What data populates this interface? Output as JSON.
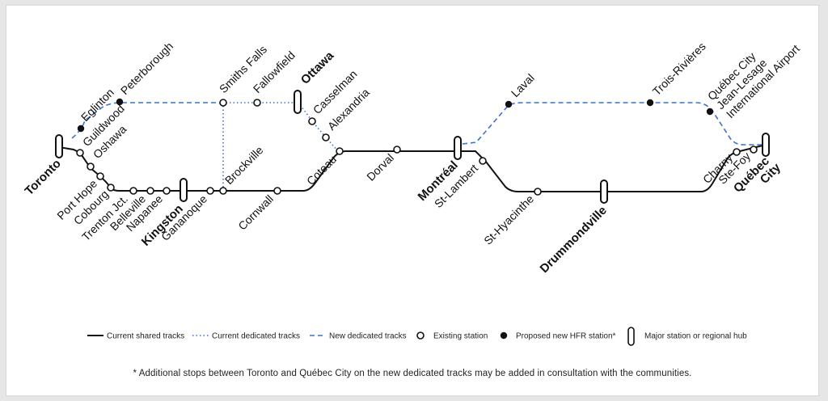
{
  "colors": {
    "shared_track": "#111111",
    "dedicated_track": "#3a73c9",
    "new_track": "#3a73c9",
    "background": "#ffffff"
  },
  "stations": {
    "toronto": "Toronto",
    "eglinton": "Eglinton",
    "peterborough": "Peterborough",
    "guildwood": "Guildwood",
    "oshawa": "Oshawa",
    "port_hope": "Port Hope",
    "cobourg": "Cobourg",
    "trenton_jct": "Trenton Jct.",
    "belleville": "Belleville",
    "napanee": "Napanee",
    "kingston": "Kingston",
    "gananoque": "Gananoque",
    "brockville": "Brockville",
    "smiths_falls": "Smiths Falls",
    "fallowfield": "Fallowfield",
    "ottawa": "Ottawa",
    "casselman": "Casselman",
    "alexandria": "Alexandria",
    "cornwall": "Cornwall",
    "coteau": "Coteau",
    "dorval": "Dorval",
    "montreal": "Montréal",
    "st_lambert": "St-Lambert",
    "laval": "Laval",
    "trois_rivieres": "Trois-Rivières",
    "quebec_airport_1": "Québec City",
    "quebec_airport_2": "Jean-Lesage",
    "quebec_airport_3": "International Airport",
    "st_hyacinthe": "St-Hyacinthe",
    "drummondville": "Drummondville",
    "charny": "Charny",
    "ste_foy": "Ste-Foy",
    "quebec_city_1": "Québec",
    "quebec_city_2": "City"
  },
  "legend": {
    "shared": "Current shared tracks",
    "dedicated": "Current dedicated tracks",
    "new": "New dedicated tracks",
    "existing": "Existing station",
    "proposed": "Proposed new HFR station*",
    "major": "Major station or regional hub"
  },
  "footnote": "* Additional stops between Toronto and Québec City on the new dedicated tracks may be added in consultation with the communities."
}
